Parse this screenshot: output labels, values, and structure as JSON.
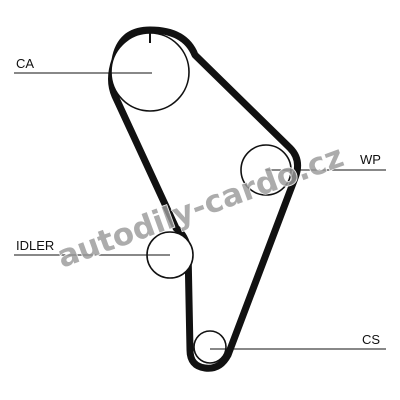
{
  "labels": {
    "ca": "CA",
    "wp": "WP",
    "idler": "IDLER",
    "cs": "CS"
  },
  "watermark": "autodily-cardo.cz",
  "colors": {
    "belt": "#111111",
    "pulley": "#111111",
    "watermark": "#9a9a9a"
  }
}
